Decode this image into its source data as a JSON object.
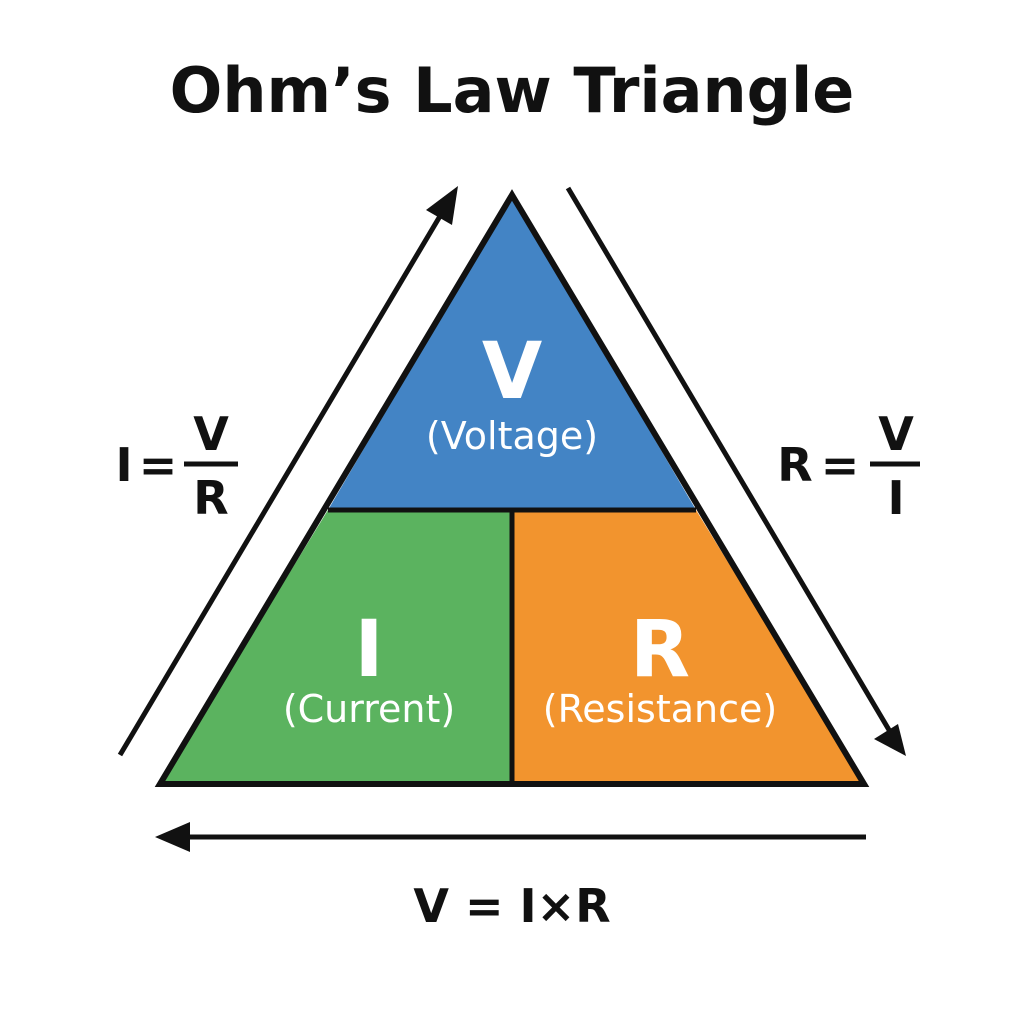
{
  "title": "Ohm’s Law Triangle",
  "colors": {
    "voltage": "#4384c5",
    "current": "#5bb35f",
    "resistance": "#f2942e",
    "outline": "#111111",
    "label_text": "#ffffff"
  },
  "triangle": {
    "top": {
      "letter": "V",
      "label": "(Voltage)"
    },
    "bottom_left": {
      "letter": "I",
      "label": "(Current)"
    },
    "bottom_right": {
      "letter": "R",
      "label": "(Resistance)"
    }
  },
  "formulas": {
    "left": {
      "lhs": "I",
      "eq": "=",
      "numerator": "V",
      "denominator": "R"
    },
    "right": {
      "lhs": "R",
      "eq": "=",
      "numerator": "V",
      "denominator": "I"
    },
    "bottom": "V = I×R"
  },
  "icons": {
    "left_arrow": "arrow-up-right-icon",
    "right_arrow": "arrow-down-right-icon",
    "bottom_arrow": "arrow-left-icon"
  }
}
